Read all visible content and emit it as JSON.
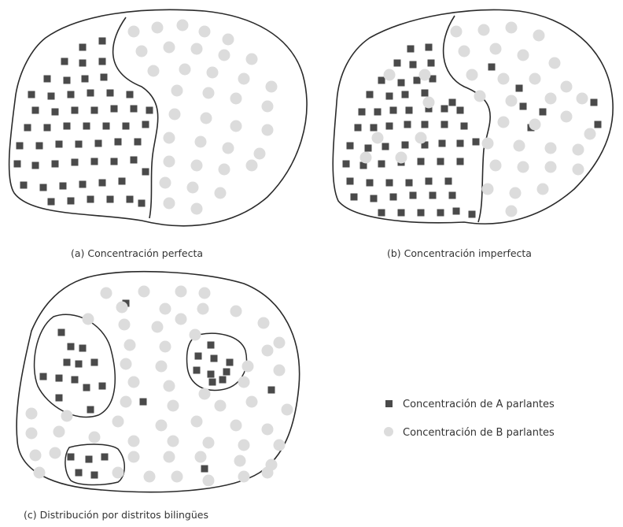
{
  "captions": {
    "a": "(a) Concentración perfecta",
    "b": "(b) Concentración imperfecta",
    "c": "(c) Distribución por distritos bilingües"
  },
  "legend": {
    "a_label": "Concentración de A parlantes",
    "b_label": "Concentración de B parlantes"
  },
  "colors": {
    "a_speakers": "#4a4a4a",
    "b_speakers": "#dcdcdc",
    "outline": "#2a2a2a"
  },
  "icons": {
    "a_marker": "square",
    "b_marker": "circle"
  }
}
